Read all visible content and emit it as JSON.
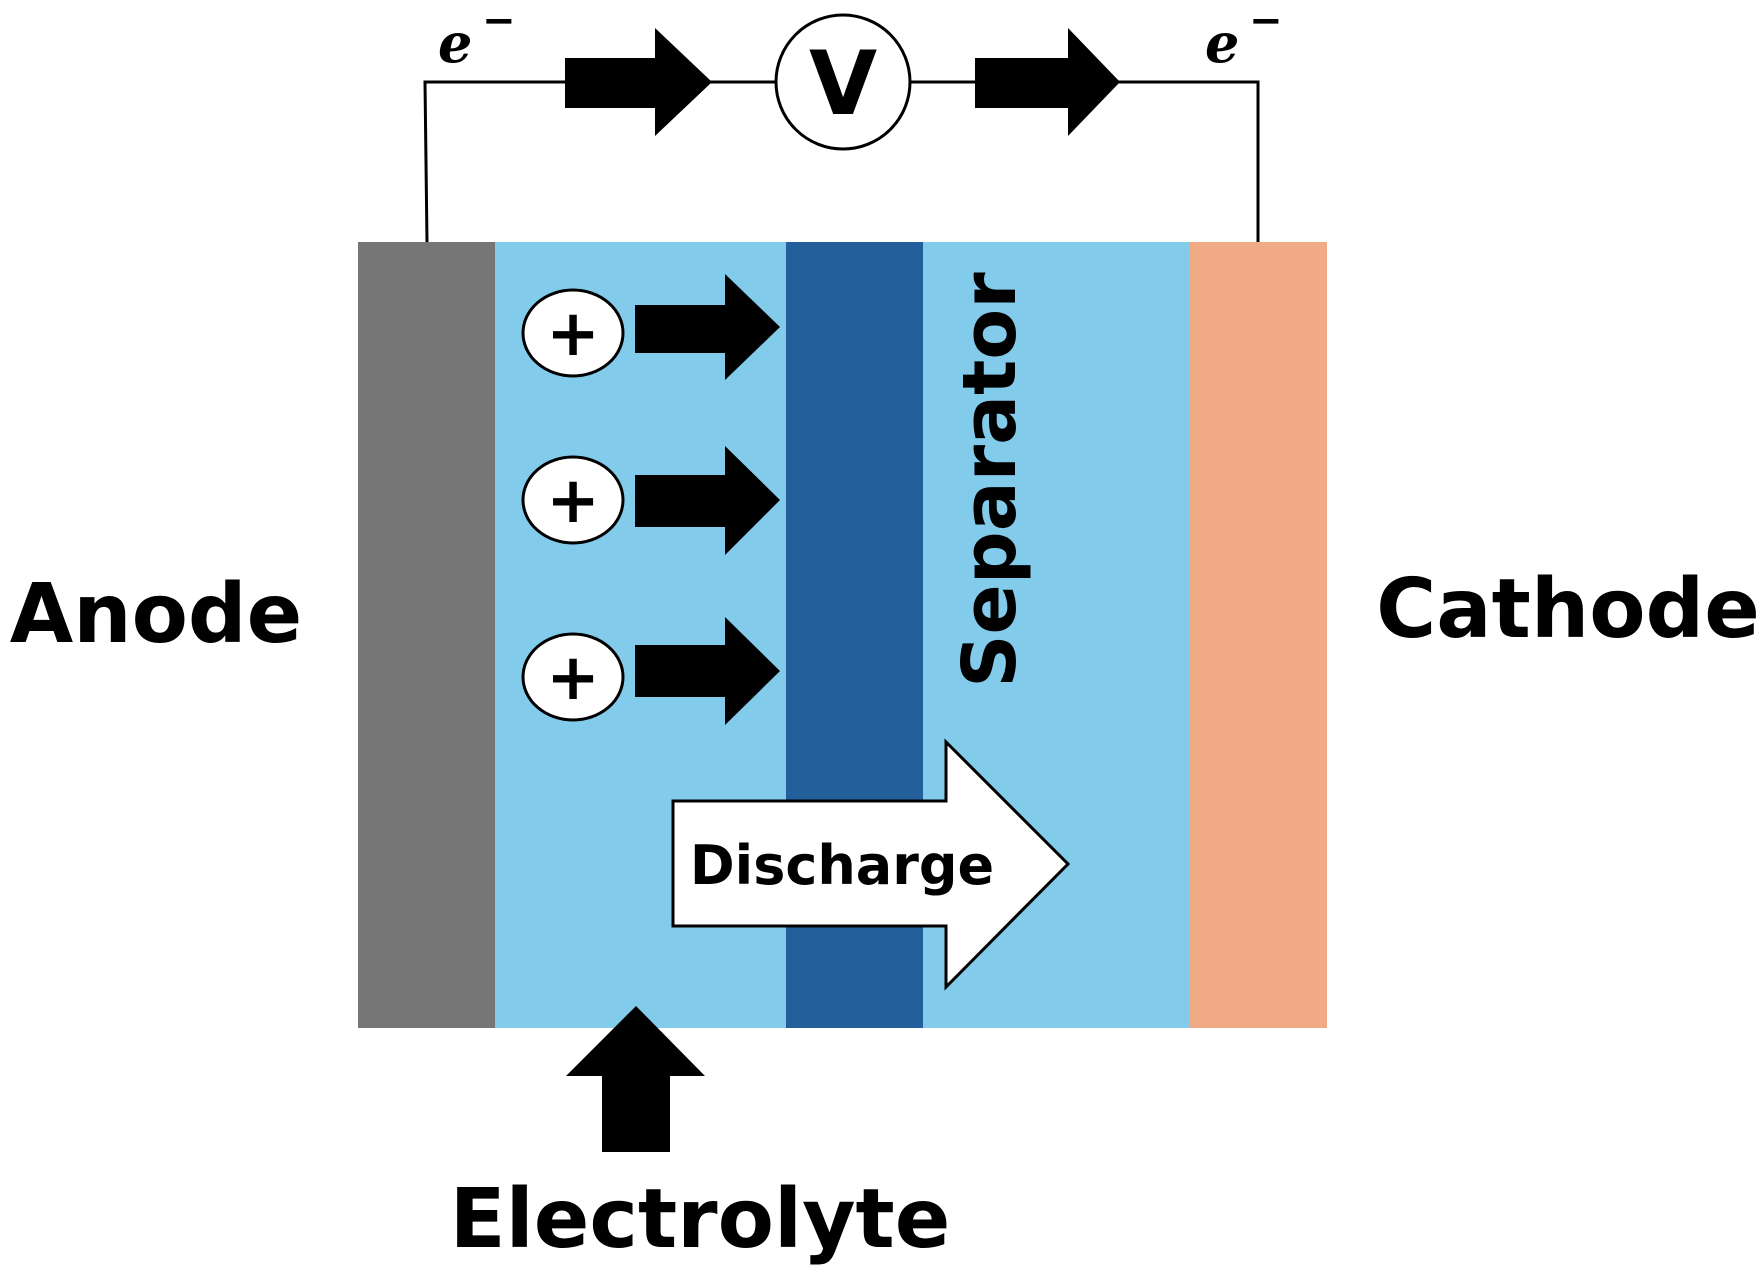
{
  "labels": {
    "anode": "Anode",
    "cathode": "Cathode",
    "separator": "Separator",
    "electrolyte": "Electrolyte",
    "discharge": "Discharge",
    "voltmeter": "V",
    "electron_left": "e",
    "electron_right": "e",
    "electron_charge": "−",
    "ion_sign": "+"
  },
  "colors": {
    "anode": "#767676",
    "electrolyte": "#82cbeb",
    "separator": "#235f9a",
    "cathode": "#f0aa86",
    "arrow": "#000000",
    "discharge_arrow": "#ffffff"
  },
  "icons": {
    "ion": "positive-ion-icon",
    "voltmeter": "voltmeter-icon"
  }
}
